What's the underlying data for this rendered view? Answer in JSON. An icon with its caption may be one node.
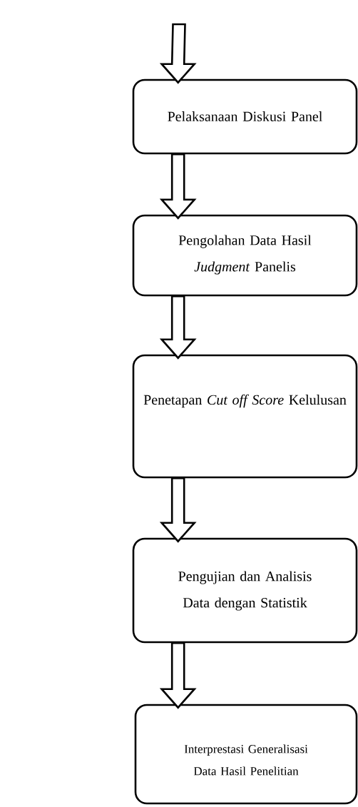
{
  "diagram": {
    "nodes": [
      {
        "text": [
          "Pelaksanaan Diskusi Panel"
        ]
      },
      {
        "text": [
          "Pengolahan Data Hasil *Judgment* Panelis"
        ]
      },
      {
        "text": [
          "Penetapan *Cut off Score* Kelulusan"
        ]
      },
      {
        "text": [
          "Pengujian dan Analisis Data dengan Statistik"
        ]
      },
      {
        "text": [
          "Interprestasi Generalisasi Data Hasil Penelitian"
        ]
      }
    ],
    "edges": [
      {
        "from": null,
        "to": 0,
        "arrow": "to"
      },
      {
        "from": 0,
        "to": 1,
        "arrow": "to"
      },
      {
        "from": 1,
        "to": 2,
        "arrow": "to"
      },
      {
        "from": 2,
        "to": 3,
        "arrow": "to"
      },
      {
        "from": 3,
        "to": 4,
        "arrow": "to"
      }
    ]
  }
}
